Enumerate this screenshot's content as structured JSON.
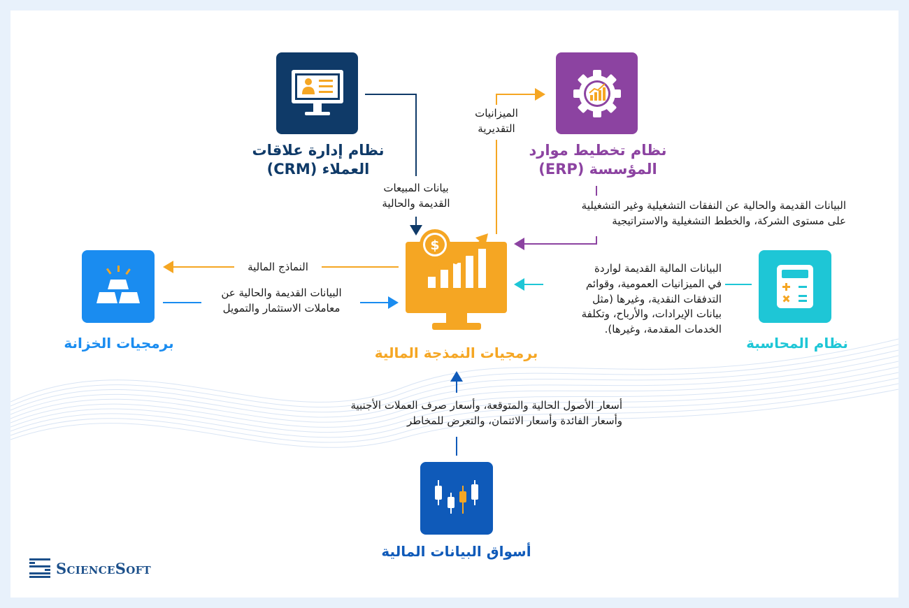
{
  "nodes": {
    "crm": {
      "title_line1": "نظام إدارة علاقات",
      "title_line2": "العملاء (CRM)",
      "color": "#0f3a68"
    },
    "erp": {
      "title_line1": "نظام تخطيط موارد",
      "title_line2": "المؤسسة (ERP)",
      "color": "#8c43a1"
    },
    "treasury": {
      "title": "برمجيات الخزانة",
      "color": "#1a8cf0"
    },
    "accounting": {
      "title": "نظام المحاسبة",
      "color": "#1ec6d6"
    },
    "modeling": {
      "title": "برمجيات النمذجة المالية",
      "color": "#f5a623"
    },
    "markets": {
      "title": "أسواق البيانات المالية",
      "color": "#0f5ab9"
    }
  },
  "flows": {
    "crm_to_modeling": {
      "line1": "بيانات المبيعات",
      "line2": "القديمة والحالية"
    },
    "modeling_to_erp": {
      "line1": "الميزانيات",
      "line2": "التقديرية"
    },
    "erp_to_modeling": {
      "line1": "البيانات القديمة والحالية عن النفقات التشغيلية وغير التشغيلية",
      "line2": "على مستوى الشركة، والخطط التشغيلية والاستراتيجية"
    },
    "modeling_to_treasury": {
      "line1": "النماذج المالية"
    },
    "treasury_to_modeling": {
      "line1": "البيانات القديمة والحالية عن",
      "line2": "معاملات الاستثمار والتمويل"
    },
    "accounting_to_modeling": {
      "line1": "البيانات المالية القديمة لواردة",
      "line2": "في الميزانيات العمومية، وقوائم",
      "line3": "التدفقات النقدية، وغيرها (مثل",
      "line4": "بيانات الإيرادات، والأرباح، وتكلفة",
      "line5": "الخدمات المقدمة، وغيرها)."
    },
    "markets_to_modeling": {
      "line1": "أسعار الأصول الحالية والمتوقعة، وأسعار صرف العملات الأجنبية",
      "line2": "وأسعار الفائدة وأسعار الائتمان، والتعرض للمخاطر"
    }
  },
  "logo": {
    "text": "ScienceSoft"
  },
  "icons": [
    "crm-monitor-icon",
    "erp-gear-chart-icon",
    "treasury-gold-bars-icon",
    "accounting-calculator-icon",
    "modeling-monitor-dollar-chart-icon",
    "markets-candlestick-icon",
    "sciencesoft-logo-icon"
  ]
}
